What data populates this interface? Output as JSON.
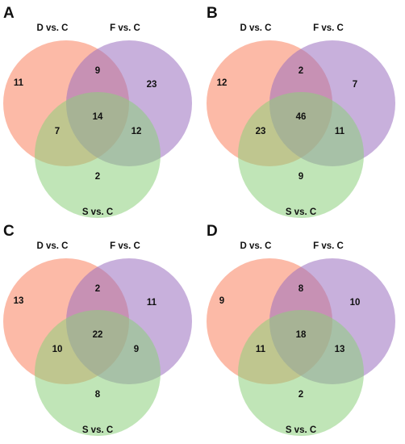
{
  "colors": {
    "set_d": "#f9825f",
    "set_f": "#9a70bf",
    "set_s": "#8dd07c",
    "text": "#111111"
  },
  "panels": [
    {
      "letter": "A",
      "labels": {
        "d": "D vs. C",
        "f": "F vs. C",
        "s": "S vs. C"
      },
      "counts": {
        "d_only": "11",
        "df": "9",
        "f_only": "23",
        "all": "14",
        "ds": "7",
        "fs": "12",
        "s_only": "2"
      }
    },
    {
      "letter": "B",
      "labels": {
        "d": "D vs. C",
        "f": "F vs. C",
        "s": "S vs. C"
      },
      "counts": {
        "d_only": "12",
        "df": "2",
        "f_only": "7",
        "all": "46",
        "ds": "23",
        "fs": "11",
        "s_only": "9"
      }
    },
    {
      "letter": "C",
      "labels": {
        "d": "D vs. C",
        "f": "F vs. C",
        "s": "S vs. C"
      },
      "counts": {
        "d_only": "13",
        "df": "2",
        "f_only": "11",
        "all": "22",
        "ds": "10",
        "fs": "9",
        "s_only": "8"
      }
    },
    {
      "letter": "D",
      "labels": {
        "d": "D vs. C",
        "f": "F vs. C",
        "s": "S vs. C"
      },
      "counts": {
        "d_only": "9",
        "df": "8",
        "f_only": "10",
        "all": "18",
        "ds": "11",
        "fs": "13",
        "s_only": "2"
      }
    }
  ]
}
